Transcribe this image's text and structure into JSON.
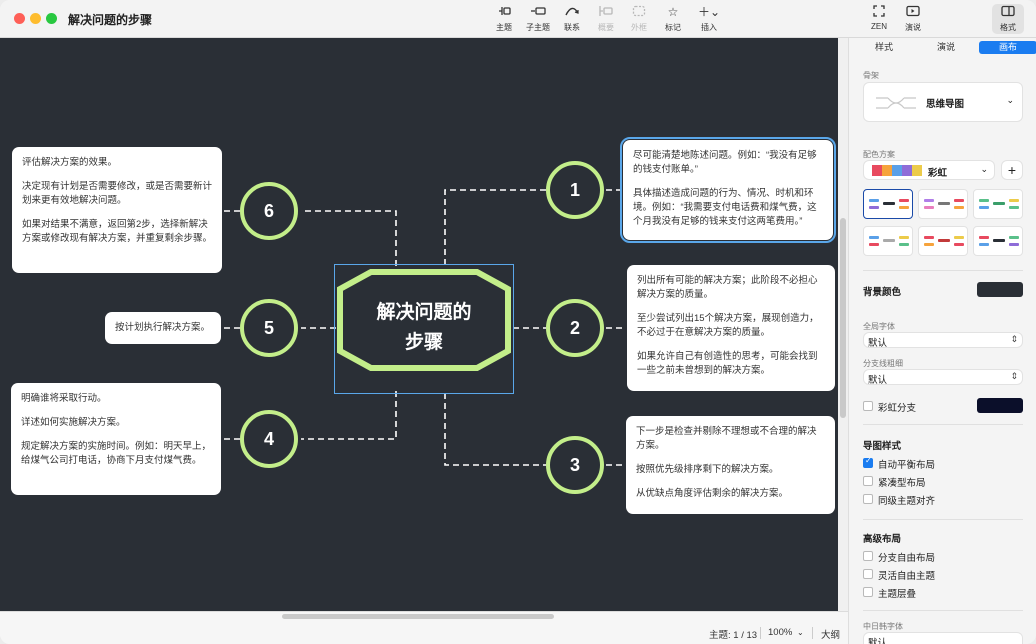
{
  "window": {
    "title": "解决问题的步骤"
  },
  "toolbar": {
    "topic": "主题",
    "subtopic": "子主题",
    "relation": "联系",
    "summary": "概要",
    "boundary": "外框",
    "marker": "标记",
    "insert": "插入",
    "zen": "ZEN",
    "presentation": "演说",
    "format": "格式"
  },
  "map": {
    "central": {
      "line1": "解决问题的",
      "line2": "步骤"
    },
    "nodes": [
      {
        "number": "1",
        "notes": [
          "尽可能清楚地陈述问题。例如：“我没有足够的钱支付账单。”",
          "具体描述造成问题的行为、情况、时机和环境。例如：“我需要支付电话费和煤气费，这个月我没有足够的钱来支付这两笔费用。”"
        ]
      },
      {
        "number": "2",
        "notes": [
          "列出所有可能的解决方案；此阶段不必担心解决方案的质量。",
          "至少尝试列出15个解决方案，展现创造力，不必过于在意解决方案的质量。",
          "如果允许自己有创造性的思考，可能会找到一些之前未曾想到的解决方案。"
        ]
      },
      {
        "number": "3",
        "notes": [
          "下一步是检查并剔除不理想或不合理的解决方案。",
          "按照优先级排序剩下的解决方案。",
          "从优缺点角度评估剩余的解决方案。"
        ]
      },
      {
        "number": "4",
        "notes": [
          "明确谁将采取行动。",
          "详述如何实施解决方案。",
          "规定解决方案的实施时间。例如：明天早上，给煤气公司打电话，协商下月支付煤气费。"
        ]
      },
      {
        "number": "5",
        "notes": [
          "按计划执行解决方案。"
        ]
      },
      {
        "number": "6",
        "notes": [
          "评估解决方案的效果。",
          "决定现有计划是否需要修改，或是否需要新计划来更有效地解决问题。",
          "如果对结果不满意，返回第2步，选择新解决方案或修改现有解决方案，并重复剩余步骤。"
        ]
      }
    ]
  },
  "status": {
    "topic": "主题: 1 / 13",
    "zoom": "100%",
    "outline": "大纲"
  },
  "panel": {
    "tabs": {
      "style": "样式",
      "present": "演说",
      "canvas": "画布"
    },
    "skeleton_label": "骨架",
    "skeleton_value": "思维导图",
    "color_scheme_label": "配色方案",
    "color_scheme_value": "彩虹",
    "bg_color_label": "背景颜色",
    "bg_color": "#2a2f36",
    "global_font_label": "全局字体",
    "global_font_value": "默认",
    "branch_width_label": "分支线粗细",
    "branch_width_value": "默认",
    "rainbow_branch_label": "彩虹分支",
    "rainbow_color": "#0b0f2a",
    "map_style_label": "导图样式",
    "auto_balance": "自动平衡布局",
    "compact": "紧凑型布局",
    "align_same_level": "同级主题对齐",
    "advanced_label": "高级布局",
    "branch_free": "分支自由布局",
    "flexible_free": "灵活自由主题",
    "overlap": "主题层叠",
    "cjk_font_label": "中日韩字体",
    "cjk_font_value": "默认"
  },
  "colors": {
    "accent": "#1a7cf0",
    "node_ring": "#c3ee8a",
    "selection": "#5aa7ea"
  }
}
